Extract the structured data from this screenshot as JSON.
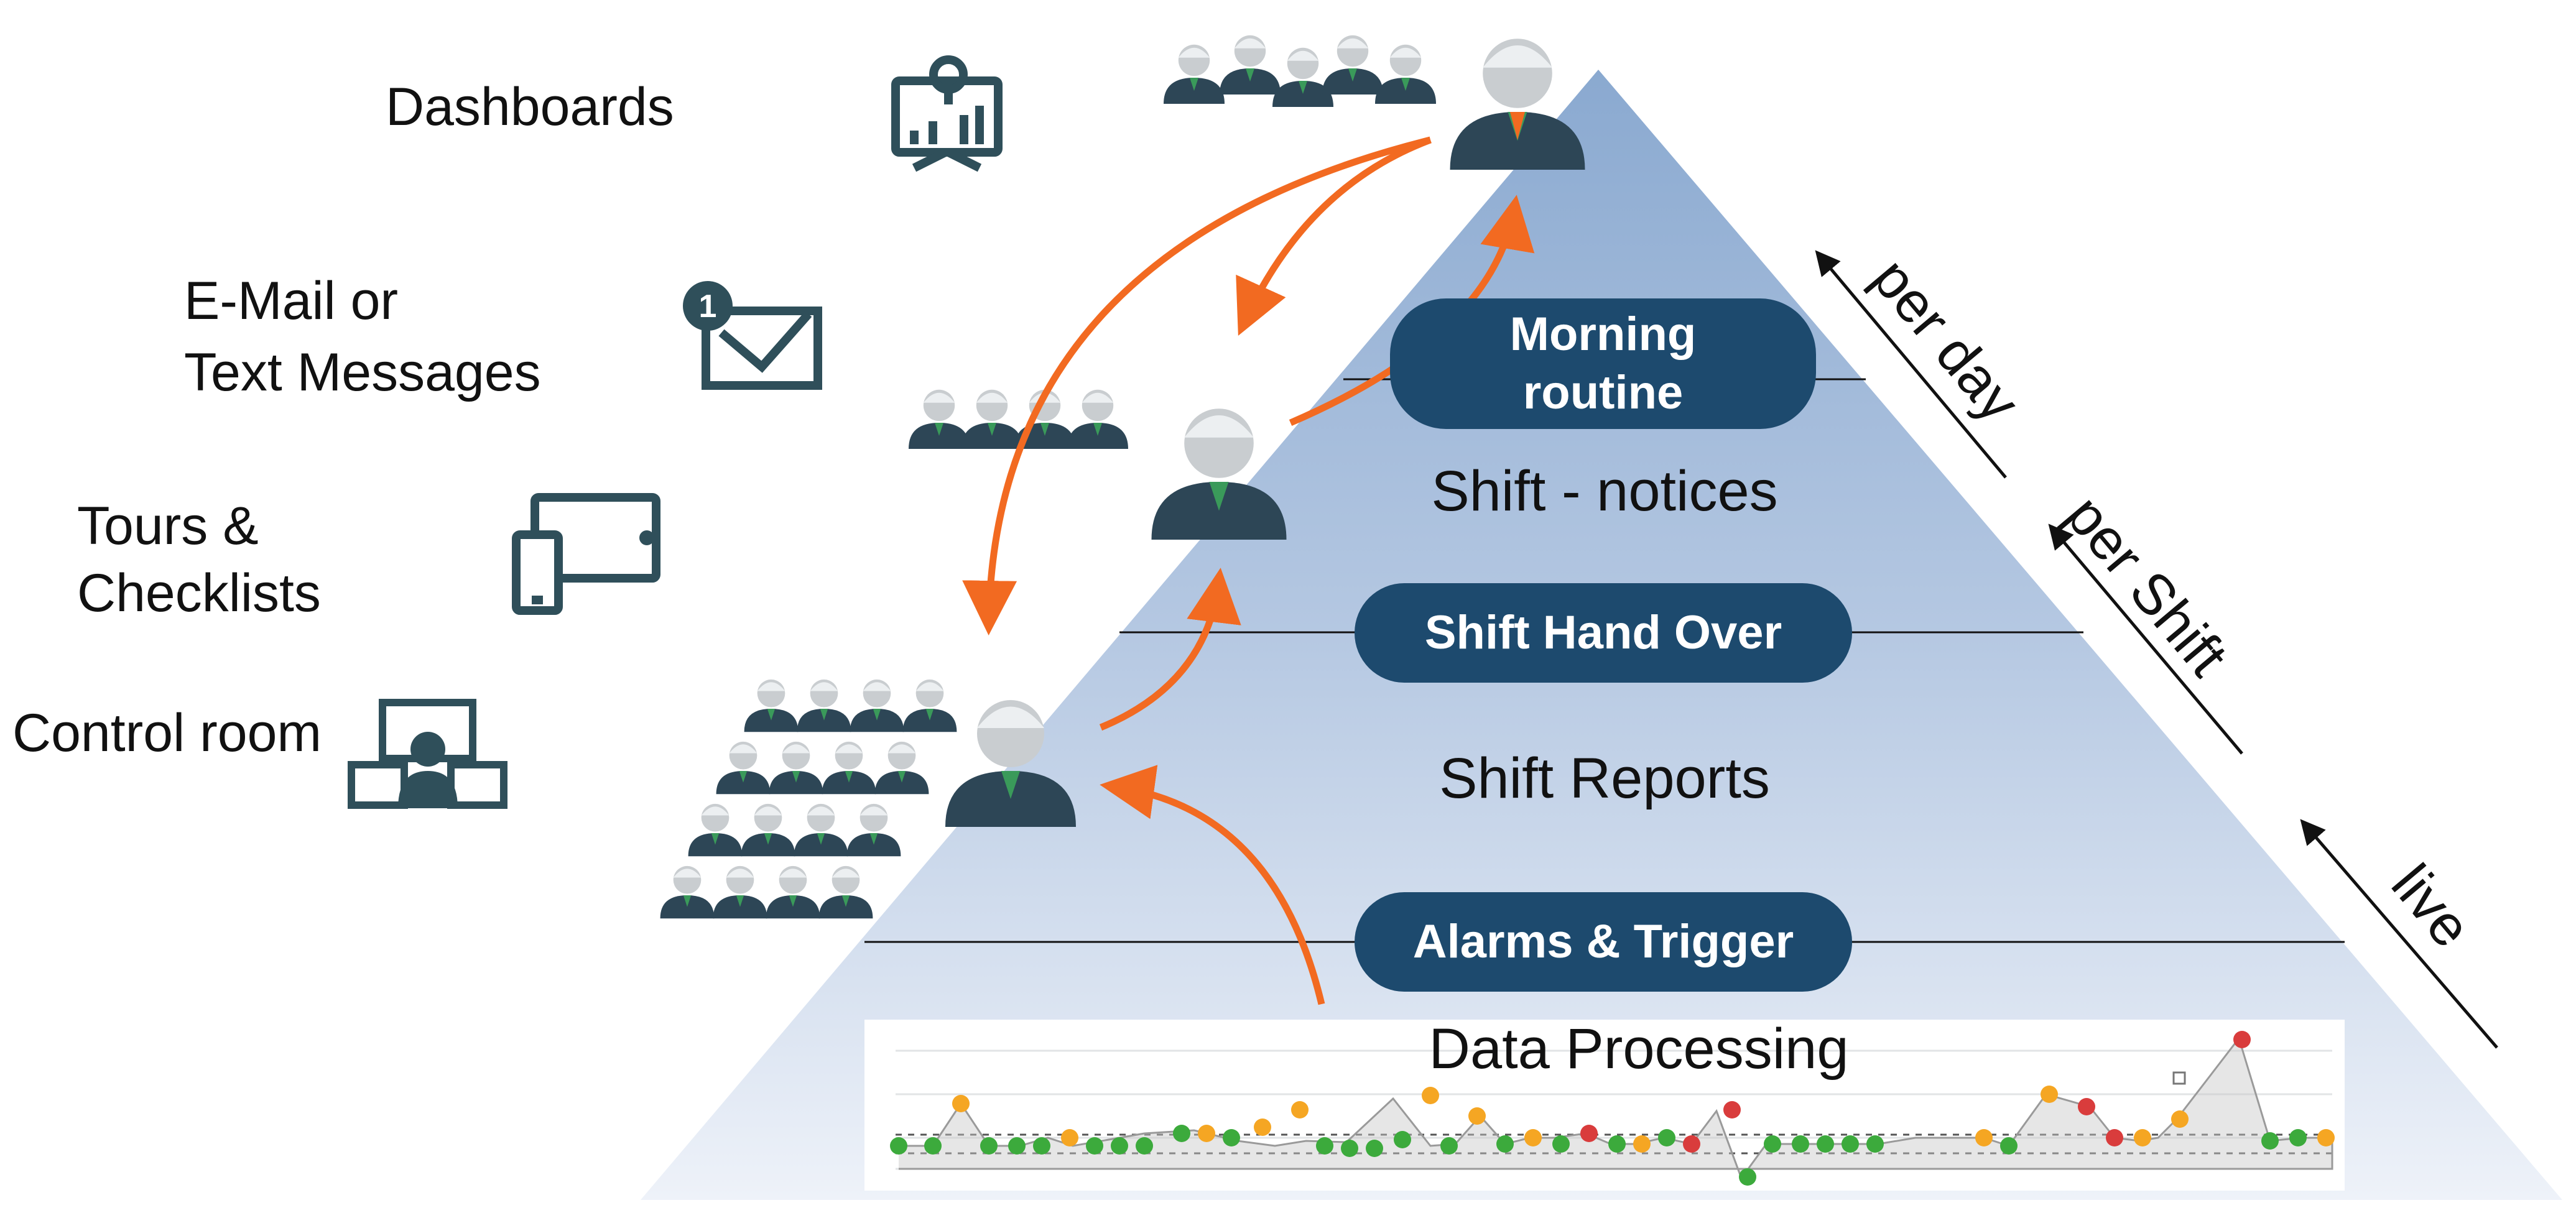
{
  "channels": {
    "dashboards": "Dashboards",
    "email_line1": "E-Mail or",
    "email_line2": "Text Messages",
    "tours_line1": "Tours &",
    "tours_line2": "Checklists",
    "control_room": "Control room"
  },
  "pyramid": {
    "morning_line1": "Morning",
    "morning_line2": "routine",
    "shift_notices": "Shift - notices",
    "shift_handover": "Shift Hand Over",
    "shift_reports": "Shift Reports",
    "alarms": "Alarms & Trigger",
    "data_processing": "Data Processing"
  },
  "frequency": {
    "per_day": "per day",
    "per_shift": "per Shift",
    "live": "live"
  },
  "colors": {
    "pill": "#1d4a6e",
    "arrow": "#f26a21",
    "icon": "#2f4f5a",
    "dot_green": "#3caa3c",
    "dot_orange": "#f5a623",
    "dot_red": "#d93c3c"
  },
  "icons": [
    "dashboard-icon",
    "email-icon",
    "tablet-phone-icon",
    "control-room-icon",
    "manager-icon",
    "engineer-icon",
    "worker-icon"
  ]
}
